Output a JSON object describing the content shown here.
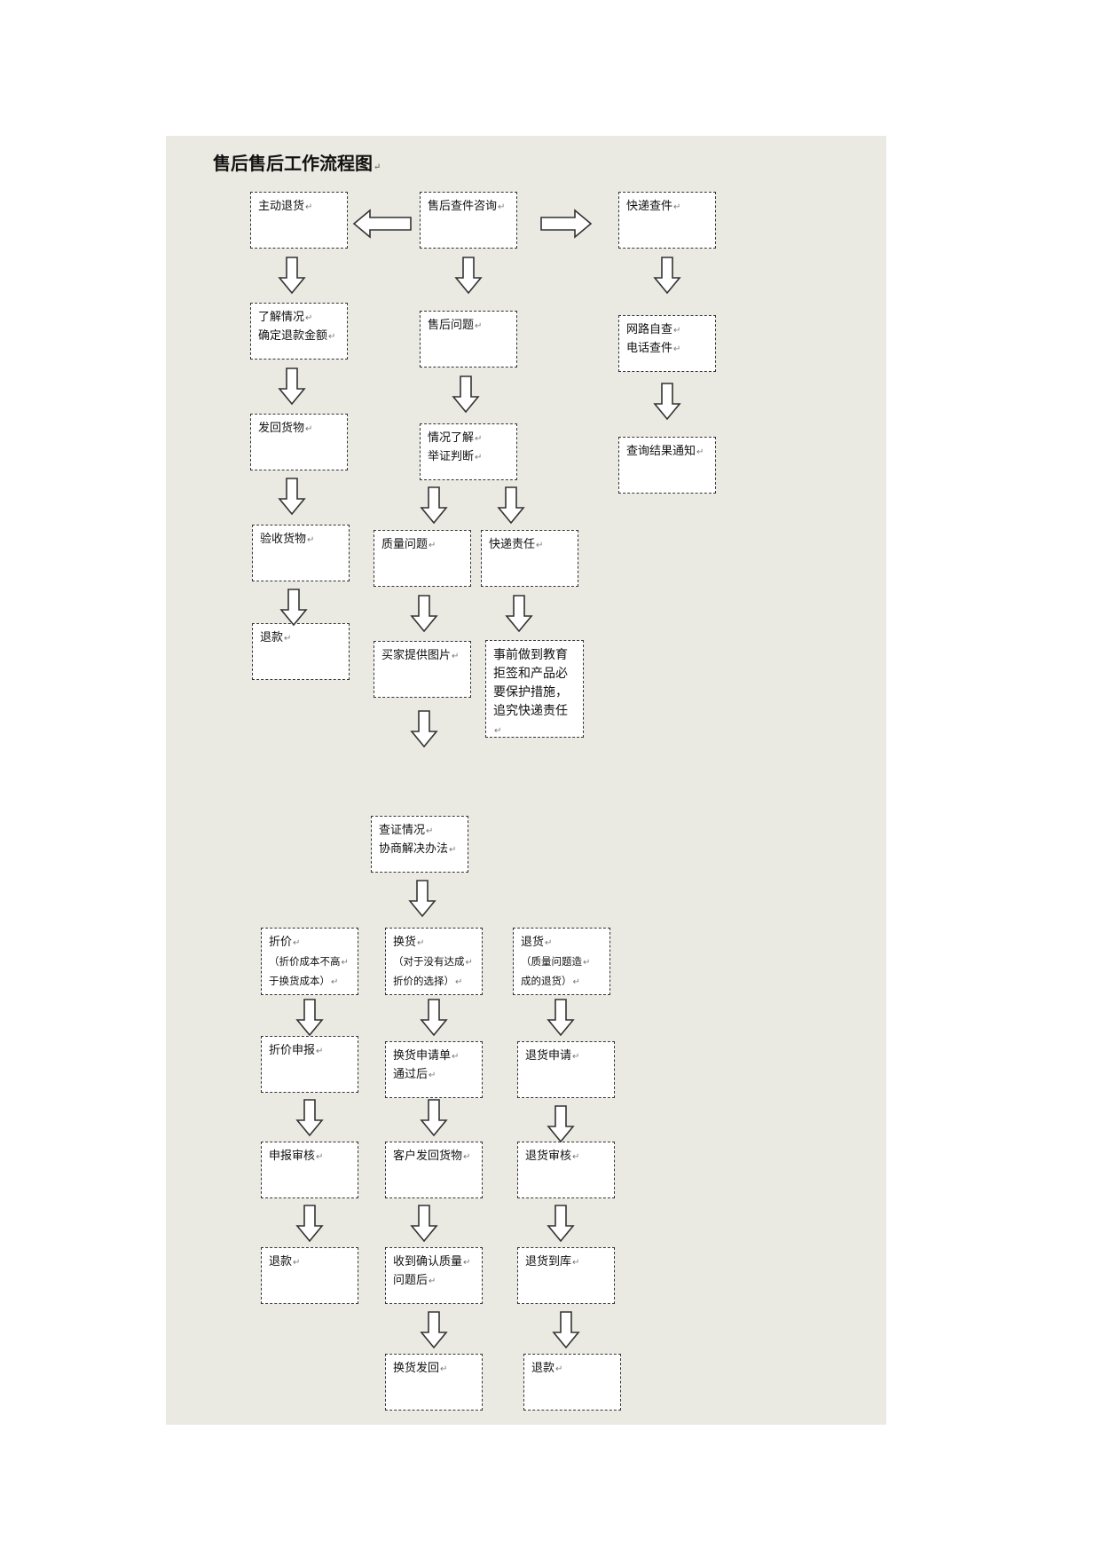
{
  "title": "售后售后工作流程图",
  "paragraph_mark": "↵",
  "boxes": {
    "b_zhudong": [
      "主动退货"
    ],
    "b_zixun": [
      "售后查件咨询"
    ],
    "b_kuaidi": [
      "快递查件"
    ],
    "b_liaojie": [
      "了解情况",
      "确定退款金额"
    ],
    "b_wenti": [
      "售后问题"
    ],
    "b_wanglu": [
      "网路自查",
      "电话查件"
    ],
    "b_fahui": [
      "发回货物"
    ],
    "b_panduan": [
      "情况了解",
      "举证判断"
    ],
    "b_jieguo": [
      "查询结果通知"
    ],
    "b_yanshou": [
      "验收货物"
    ],
    "b_zhiliang": [
      "质量问题"
    ],
    "b_zeren": [
      "快递责任"
    ],
    "b_tuikuan1": [
      "退款"
    ],
    "b_tupian": [
      "买家提供图片"
    ],
    "b_shiqian": [
      "事前做到教育拒签和产品必要保护措施，追究快递责任"
    ],
    "b_chazheng": [
      "查证情况",
      "协商解决办法"
    ],
    "b_zhejia": [
      "折价",
      "（折价成本不高",
      "于换货成本）"
    ],
    "b_huanhuo": [
      "换货",
      "（对于没有达成",
      "折价的选择）"
    ],
    "b_tuihuo": [
      "退货",
      "（质量问题造",
      "成的退货）"
    ],
    "b_zhejia_sb": [
      "折价申报"
    ],
    "b_huanhuo_sq": [
      "换货申请单",
      "通过后"
    ],
    "b_tuihuo_sq": [
      "退货申请"
    ],
    "b_sb_sh": [
      "申报审核"
    ],
    "b_kehu_fh": [
      "客户发回货物"
    ],
    "b_tuihuo_sh": [
      "退货审核"
    ],
    "b_tuikuan2": [
      "退款"
    ],
    "b_queren": [
      "收到确认质量",
      "问题后"
    ],
    "b_tuihuo_dk": [
      "退货到库"
    ],
    "b_huanhuo_fh": [
      "换货发回"
    ],
    "b_tuikuan3": [
      "退款"
    ]
  }
}
